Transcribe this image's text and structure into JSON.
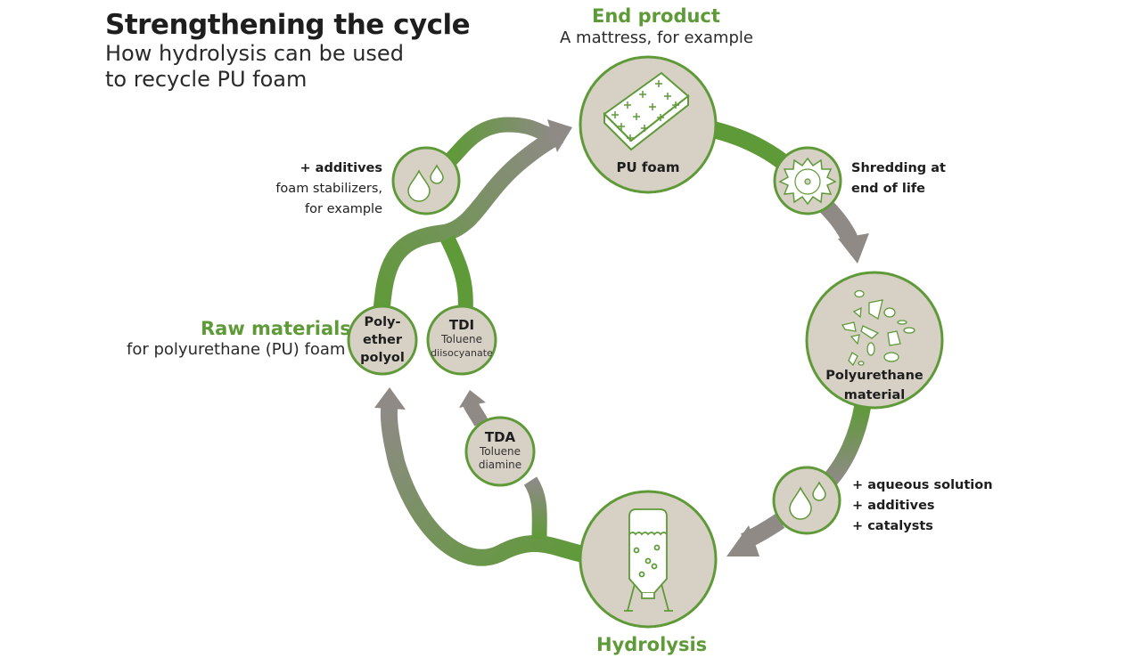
{
  "header": {
    "title": "Strengthening the cycle",
    "subtitle": "How hydrolysis can be used to recycle PU foam"
  },
  "colors": {
    "green": "#5f9a38",
    "gray_arrow": "#8f8a86",
    "node_fill": "#d7d0c5",
    "node_stroke": "#5f9a38"
  },
  "end_product": {
    "heading": "End product",
    "subheading": "A mattress, for example",
    "node_label": "PU foam",
    "icon": "mattress-icon"
  },
  "shredding": {
    "label_line1": "Shredding at",
    "label_line2": "end of life",
    "icon": "saw-blade-icon"
  },
  "polyurethane_material": {
    "label_line1": "Polyurethane",
    "label_line2": "material",
    "icon": "shreds-icon"
  },
  "hydrolysis_inputs": {
    "lines": [
      "+ aqueous solution",
      "+ additives",
      "+ catalysts"
    ],
    "icon": "droplets-icon"
  },
  "hydrolysis": {
    "heading": "Hydrolysis",
    "icon": "reactor-tank-icon"
  },
  "tda": {
    "abbr": "TDA",
    "name_line1": "Toluene",
    "name_line2": "diamine"
  },
  "raw_materials": {
    "heading": "Raw materials",
    "subheading": "for polyurethane (PU) foam"
  },
  "polyol": {
    "line1": "Poly-",
    "line2": "ether",
    "line3": "polyol"
  },
  "tdi": {
    "abbr": "TDI",
    "name_line1": "Toluene",
    "name_line2": "diisocyanate"
  },
  "foam_additives": {
    "heading": "+ additives",
    "line1": "foam stabilizers,",
    "line2": "for example",
    "icon": "droplets-icon"
  }
}
